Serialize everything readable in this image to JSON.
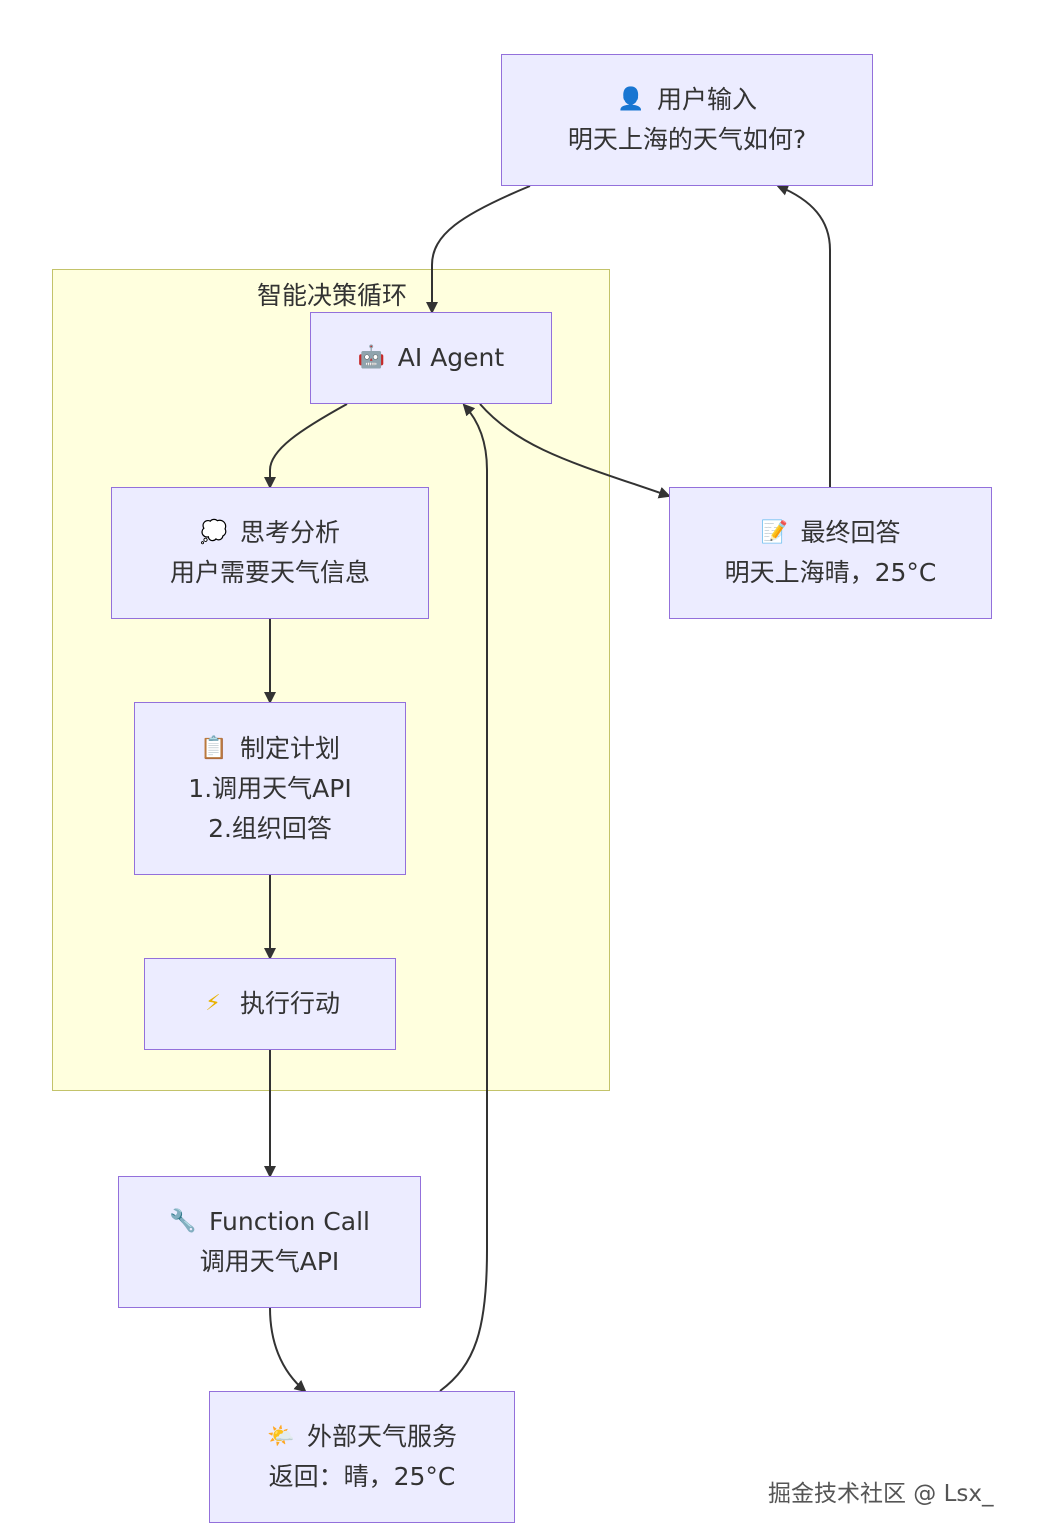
{
  "cluster": {
    "label": "智能决策循环"
  },
  "nodes": {
    "user_input": {
      "icon": "👤",
      "line1": "用户输入",
      "line2": "明天上海的天气如何?"
    },
    "ai_agent": {
      "icon": "🤖",
      "line1": "AI Agent"
    },
    "think": {
      "icon": "💭",
      "line1": "思考分析",
      "line2": "用户需要天气信息"
    },
    "plan": {
      "icon": "📋",
      "line1": "制定计划",
      "line2": "1.调用天气API",
      "line3": "2.组织回答"
    },
    "act": {
      "icon": "⚡",
      "line1": "执行行动"
    },
    "function_call": {
      "icon": "🔧",
      "line1": "Function Call",
      "line2": "调用天气API"
    },
    "weather_service": {
      "icon": "🌤️",
      "line1": "外部天气服务",
      "line2": "返回：晴，25°C"
    },
    "final_answer": {
      "icon": "📝",
      "line1": "最终回答",
      "line2": "明天上海晴，25°C"
    }
  },
  "icons": {
    "user_input": "user-icon",
    "ai_agent": "robot-icon",
    "think": "thought-bubble-icon",
    "plan": "clipboard-icon",
    "act": "lightning-icon",
    "function_call": "wrench-icon",
    "weather_service": "sun-cloud-icon",
    "final_answer": "memo-icon"
  },
  "colors": {
    "node_fill": "#ececff",
    "node_border": "#9370db",
    "cluster_fill": "#ffffde",
    "cluster_border": "#c3c36a",
    "edge": "#333333"
  },
  "watermark": "掘金技术社区 @ Lsx_"
}
